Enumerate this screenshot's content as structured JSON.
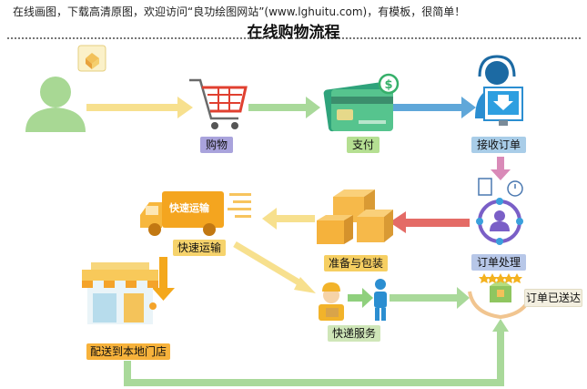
{
  "watermark": "在线画图，下载高清原图，欢迎访问“良功绘图网站”(www.lghuitu.com)，有模板，很简单！",
  "title": "在线购物流程",
  "steps": {
    "shopping": "购物",
    "pay": "支付",
    "receive_order": "接收订单",
    "process_order": "订单处理",
    "prepare_pack": "准备与包装",
    "express_transport": "快速运输",
    "express_service": "快递服务",
    "deliver_local_store": "配送到本地门店",
    "order_delivered": "订单已送达"
  },
  "truck_text": "快速运输",
  "colors": {
    "shopping_label": "#a9a3dc",
    "pay_label": "#b5df92",
    "receive_label": "#a9cde8",
    "process_label": "#b7c7e8",
    "prepare_label": "#f6cf62",
    "transport_label": "#f6d36c",
    "service_label": "#cfe6b8",
    "store_label": "#f7b23b",
    "delivered_label": "#f3efe0"
  }
}
